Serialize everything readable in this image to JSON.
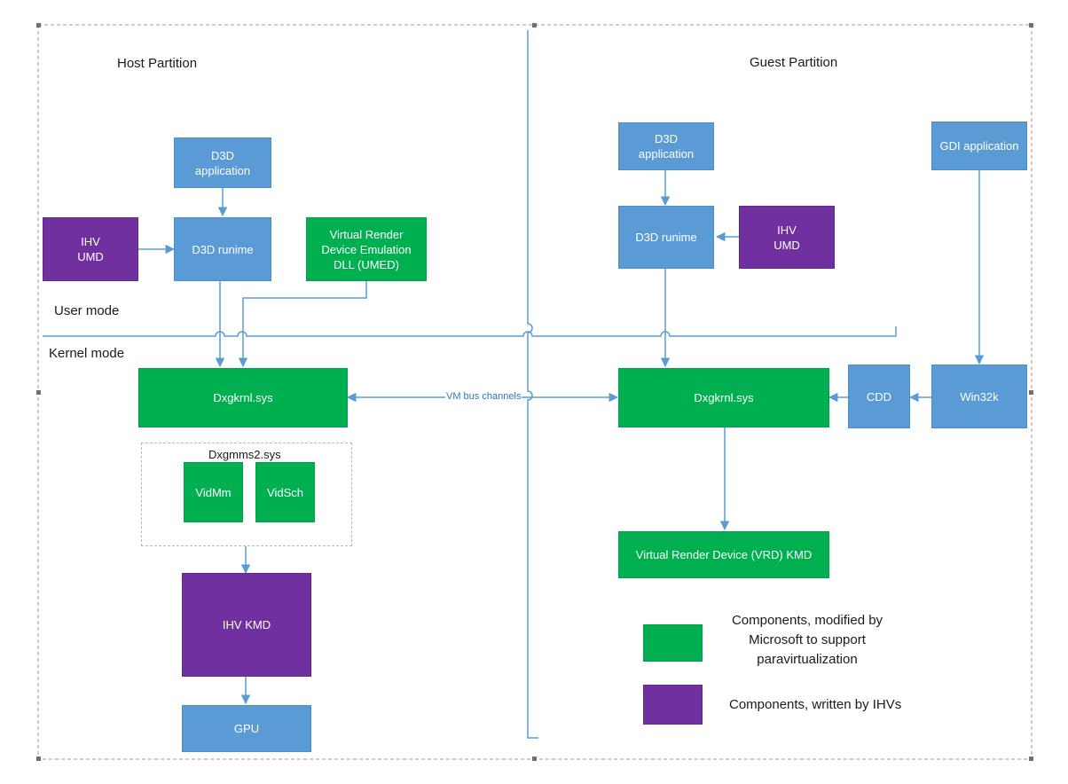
{
  "partitions": {
    "host_title": "Host Partition",
    "guest_title": "Guest Partition"
  },
  "modes": {
    "user": "User mode",
    "kernel": "Kernel mode"
  },
  "host": {
    "d3d_app": "D3D\napplication",
    "ihv_umd": "IHV\nUMD",
    "d3d_runtime": "D3D runime",
    "umed": "Virtual Render\nDevice Emulation\nDLL (UMED)",
    "dxgkrnl": "Dxgkrnl.sys",
    "dxgmms2_label": "Dxgmms2.sys",
    "vidmm": "VidMm",
    "vidsch": "VidSch",
    "ihv_kmd": "IHV KMD",
    "gpu": "GPU"
  },
  "guest": {
    "d3d_app": "D3D\napplication",
    "d3d_runtime": "D3D runime",
    "ihv_umd": "IHV\nUMD",
    "gdi_app": "GDI application",
    "dxgkrnl": "Dxgkrnl.sys",
    "cdd": "CDD",
    "win32k": "Win32k",
    "vrd_kmd": "Virtual Render Device (VRD) KMD"
  },
  "vmbus_label": "VM bus channels",
  "legend": {
    "green_text": "Components, modified by\nMicrosoft to support\nparavirtualization",
    "purple_text": "Components, written by IHVs"
  },
  "colors": {
    "microsoft_component": "#00b050",
    "ihv_component": "#7030a0",
    "os_component": "#5b9bd5",
    "connector": "#5b9bd5"
  }
}
